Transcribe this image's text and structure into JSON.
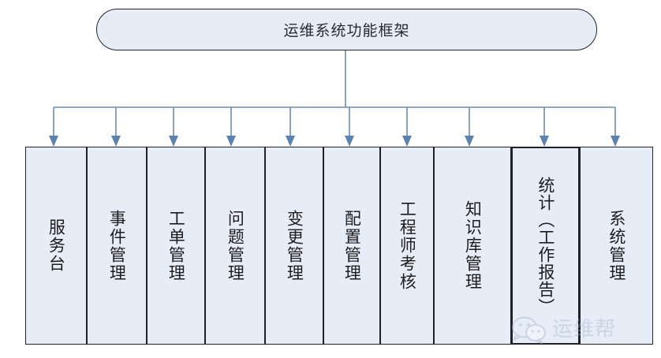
{
  "diagram": {
    "type": "hierarchy-tree",
    "title": {
      "label": "运维系统功能框架",
      "shape": "stadium",
      "fill": "#e7edf7",
      "border": "#23252b"
    },
    "connector": {
      "color": "#6b8cb0",
      "style": "orthogonal-bus-with-arrowheads",
      "arrow_count": 10
    },
    "nodes": [
      {
        "id": "service-desk",
        "label": "服务台",
        "wrap": false,
        "heavy": false
      },
      {
        "id": "incident-mgmt",
        "label": "事件管理",
        "wrap": false,
        "heavy": false
      },
      {
        "id": "ticket-mgmt",
        "label": "工单管理",
        "wrap": false,
        "heavy": false
      },
      {
        "id": "problem-mgmt",
        "label": "问题管理",
        "wrap": false,
        "heavy": false
      },
      {
        "id": "change-mgmt",
        "label": "变更管理",
        "wrap": false,
        "heavy": false
      },
      {
        "id": "config-mgmt",
        "label": "配置管理",
        "wrap": false,
        "heavy": false
      },
      {
        "id": "engineer-review",
        "label": "工程师考核",
        "wrap": false,
        "heavy": false
      },
      {
        "id": "knowledge-mgmt",
        "label": "知识库管理",
        "wrap": false,
        "heavy": false
      },
      {
        "id": "statistics",
        "label": "统计（工作报告）",
        "wrap": true,
        "heavy": true
      },
      {
        "id": "system-mgmt",
        "label": "系统管理",
        "wrap": false,
        "heavy": false
      }
    ],
    "colors": {
      "node_fill": "#e7edf7",
      "node_border": "#20222a",
      "text": "#1d1d20",
      "connector": "#6b8cb0"
    }
  },
  "watermark": {
    "text": "运维帮",
    "icon": "wechat-icon",
    "color": "#a9b6cd"
  }
}
